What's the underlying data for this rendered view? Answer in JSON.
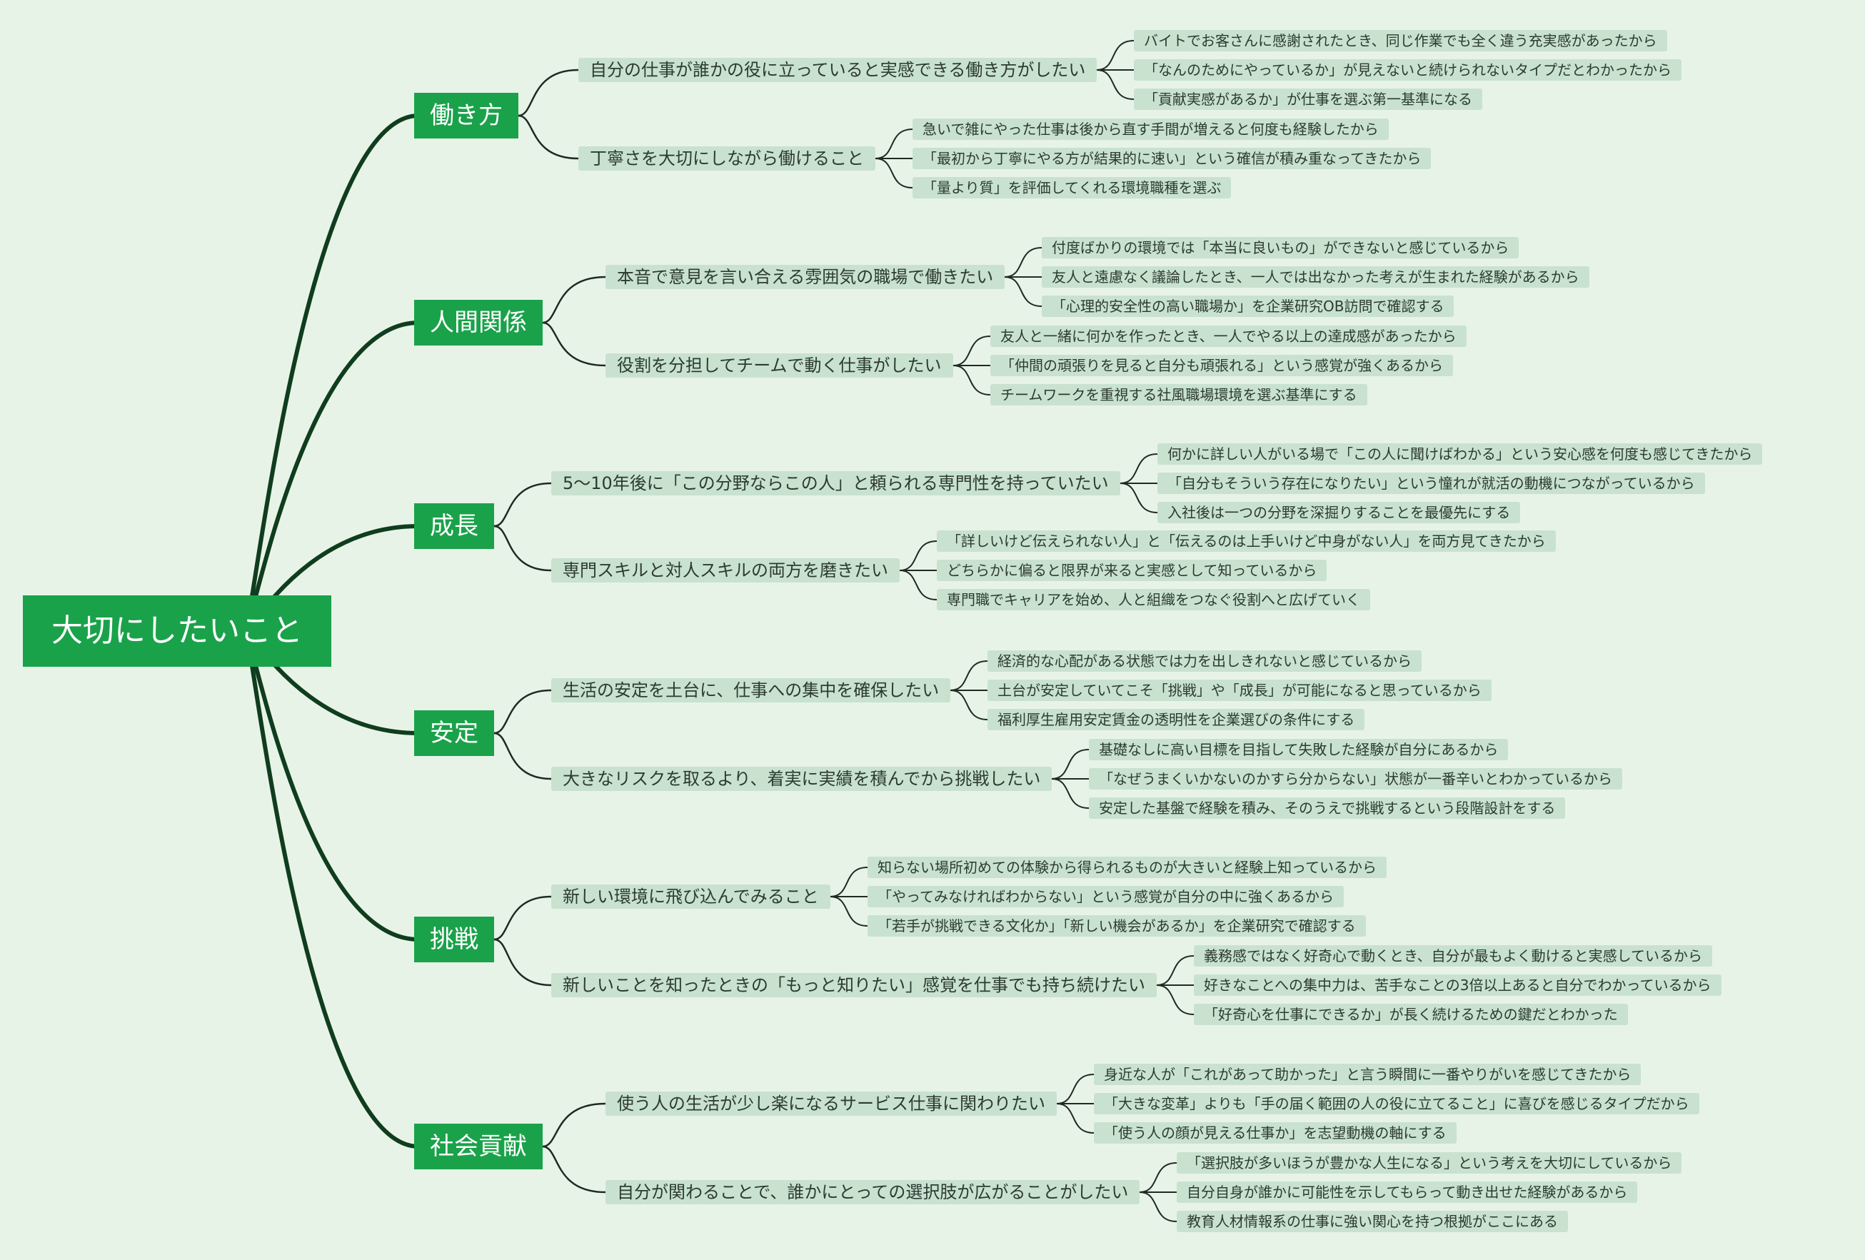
{
  "mindmap": {
    "root": "大切にしたいこと",
    "categories": [
      {
        "label": "働き方",
        "subtopics": [
          {
            "label": "自分の仕事が誰かの役に立っていると実感できる働き方がしたい",
            "details": [
              "バイトでお客さんに感謝されたとき、同じ作業でも全く違う充実感があったから",
              "「なんのためにやっているか」が見えないと続けられないタイプだとわかったから",
              "「貢献実感があるか」が仕事を選ぶ第一基準になる"
            ]
          },
          {
            "label": "丁寧さを大切にしながら働けること",
            "details": [
              "急いで雑にやった仕事は後から直す手間が増えると何度も経験したから",
              "「最初から丁寧にやる方が結果的に速い」という確信が積み重なってきたから",
              "「量より質」を評価してくれる環境職種を選ぶ"
            ]
          }
        ]
      },
      {
        "label": "人間関係",
        "subtopics": [
          {
            "label": "本音で意見を言い合える雰囲気の職場で働きたい",
            "details": [
              "付度ばかりの環境では「本当に良いもの」ができないと感じているから",
              "友人と遠慮なく議論したとき、一人では出なかった考えが生まれた経験があるから",
              "「心理的安全性の高い職場か」を企業研究OB訪問で確認する"
            ]
          },
          {
            "label": "役割を分担してチームで動く仕事がしたい",
            "details": [
              "友人と一緒に何かを作ったとき、一人でやる以上の達成感があったから",
              "「仲間の頑張りを見ると自分も頑張れる」という感覚が強くあるから",
              "チームワークを重視する社風職場環境を選ぶ基準にする"
            ]
          }
        ]
      },
      {
        "label": "成長",
        "subtopics": [
          {
            "label": "5〜10年後に「この分野ならこの人」と頼られる専門性を持っていたい",
            "details": [
              "何かに詳しい人がいる場で「この人に聞けばわかる」という安心感を何度も感じてきたから",
              "「自分もそういう存在になりたい」という憧れが就活の動機につながっているから",
              "入社後は一つの分野を深掘りすることを最優先にする"
            ]
          },
          {
            "label": "専門スキルと対人スキルの両方を磨きたい",
            "details": [
              "「詳しいけど伝えられない人」と「伝えるのは上手いけど中身がない人」を両方見てきたから",
              "どちらかに偏ると限界が来ると実感として知っているから",
              "専門職でキャリアを始め、人と組織をつなぐ役割へと広げていく"
            ]
          }
        ]
      },
      {
        "label": "安定",
        "subtopics": [
          {
            "label": "生活の安定を土台に、仕事への集中を確保したい",
            "details": [
              "経済的な心配がある状態では力を出しきれないと感じているから",
              "土台が安定していてこそ「挑戦」や「成長」が可能になると思っているから",
              "福利厚生雇用安定賃金の透明性を企業選びの条件にする"
            ]
          },
          {
            "label": "大きなリスクを取るより、着実に実績を積んでから挑戦したい",
            "details": [
              "基礎なしに高い目標を目指して失敗した経験が自分にあるから",
              "「なぜうまくいかないのかすら分からない」状態が一番辛いとわかっているから",
              "安定した基盤で経験を積み、そのうえで挑戦するという段階設計をする"
            ]
          }
        ]
      },
      {
        "label": "挑戦",
        "subtopics": [
          {
            "label": "新しい環境に飛び込んでみること",
            "details": [
              "知らない場所初めての体験から得られるものが大きいと経験上知っているから",
              "「やってみなければわからない」という感覚が自分の中に強くあるから",
              "「若手が挑戦できる文化か」「新しい機会があるか」を企業研究で確認する"
            ]
          },
          {
            "label": "新しいことを知ったときの「もっと知りたい」感覚を仕事でも持ち続けたい",
            "details": [
              "義務感ではなく好奇心で動くとき、自分が最もよく動けると実感しているから",
              "好きなことへの集中力は、苦手なことの3倍以上あると自分でわかっているから",
              "「好奇心を仕事にできるか」が長く続けるための鍵だとわかった"
            ]
          }
        ]
      },
      {
        "label": "社会貢献",
        "subtopics": [
          {
            "label": "使う人の生活が少し楽になるサービス仕事に関わりたい",
            "details": [
              "身近な人が「これがあって助かった」と言う瞬間に一番やりがいを感じてきたから",
              "「大きな変革」よりも「手の届く範囲の人の役に立てること」に喜びを感じるタイプだから",
              "「使う人の顔が見える仕事か」を志望動機の軸にする"
            ]
          },
          {
            "label": "自分が関わることで、誰かにとっての選択肢が広がることがしたい",
            "details": [
              "「選択肢が多いほうが豊かな人生になる」という考えを大切にしているから",
              "自分自身が誰かに可能性を示してもらって動き出せた経験があるから",
              "教育人材情報系の仕事に強い関心を持つ根拠がここにある"
            ]
          }
        ]
      }
    ],
    "colors": {
      "background": "#e8f3e8",
      "node_fill": "#1aa24a",
      "label_fill": "#c8e2cf",
      "main_branch": "#0f3d1e",
      "connector": "#1f2a22"
    }
  }
}
